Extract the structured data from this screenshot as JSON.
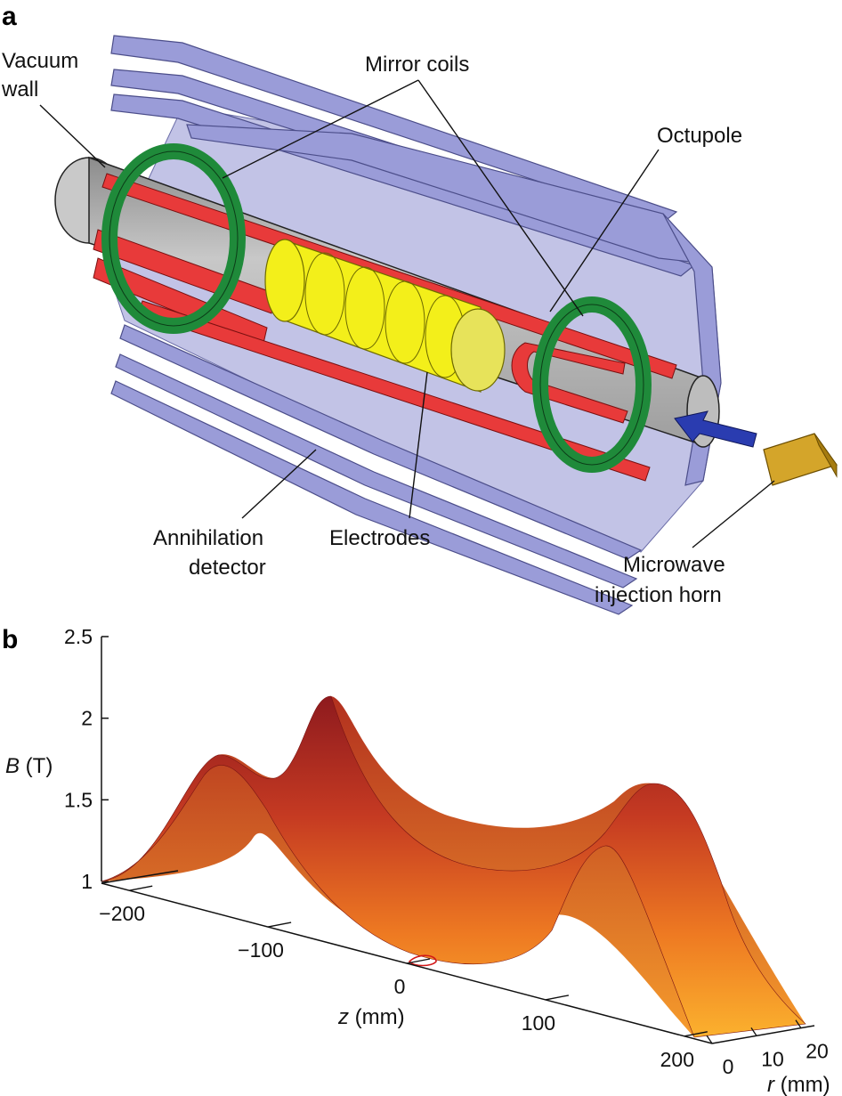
{
  "panel_a": {
    "letter": "a",
    "labels": {
      "vacuum_wall": [
        "Vacuum",
        "wall"
      ],
      "mirror_coils": "Mirror coils",
      "octupole": "Octupole",
      "annihilation_detector": [
        "Annihilation",
        "detector"
      ],
      "electrodes": "Electrodes",
      "microwave_horn": [
        "Microwave",
        "injection horn"
      ]
    },
    "colors": {
      "detector_plate": "#9a9cd8",
      "vacuum_tube": "#b8b8b8",
      "octupole": "#e83a3a",
      "mirror_coil": "#1f8a3a",
      "electrode": "#f3ef1a",
      "arrow": "#2a3cb0",
      "horn": "#d4a52a"
    }
  },
  "panel_b": {
    "letter": "b",
    "chart_data": {
      "type": "surface",
      "ylabel_var": "B",
      "ylabel_unit": " (T)",
      "zlabel_var": "z",
      "zlabel_unit": " (mm)",
      "rlabel_var": "r",
      "rlabel_unit": " (mm)",
      "b_ticks": [
        "1",
        "1.5",
        "2",
        "2.5"
      ],
      "z_ticks": [
        "−200",
        "−100",
        "0",
        "100",
        "200"
      ],
      "r_ticks": [
        "0",
        "10",
        "20"
      ],
      "b_range": [
        1,
        2.5
      ],
      "z_range": [
        -220,
        220
      ],
      "r_range": [
        0,
        22
      ]
    }
  }
}
